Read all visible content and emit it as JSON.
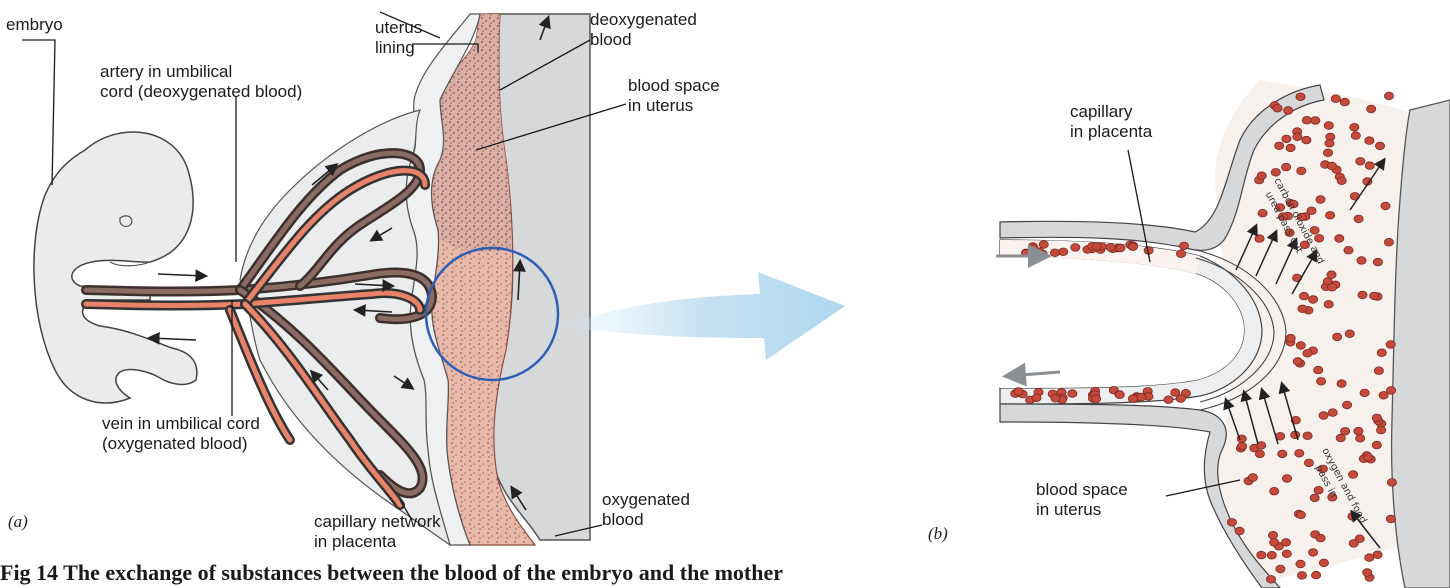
{
  "panel_a": {
    "letter": "(a)",
    "labels": {
      "embryo": "embryo",
      "uterus_lining": "uterus\nlining",
      "deoxygenated_blood": "deoxygenated\nblood",
      "artery": "artery in umbilical\ncord (deoxygenated blood)",
      "blood_space": "blood space\nin uterus",
      "vein": "vein in umbilical cord\n(oxygenated blood)",
      "capillary_network": "capillary network\nin placenta",
      "oxygenated_blood": "oxygenated\nblood"
    }
  },
  "panel_b": {
    "letter": "(b)",
    "labels": {
      "capillary": "capillary\nin placenta",
      "blood_space": "blood space\nin uterus"
    },
    "inner_text": {
      "out_1": "carbon dioxide and",
      "out_2": "urea pass out",
      "in_1": "oxygen and food",
      "in_2": "pass in"
    }
  },
  "caption": "Fig 14  The exchange of substances between the blood of the embryo and the mother"
}
